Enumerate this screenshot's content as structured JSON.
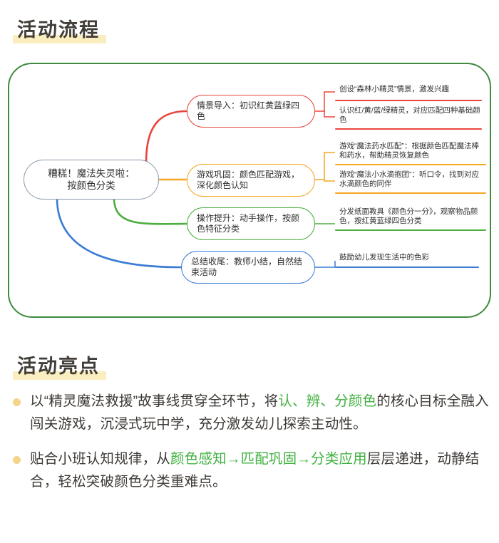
{
  "sections": {
    "flow_heading": "活动流程",
    "highlights_heading": "活动亮点"
  },
  "colors": {
    "frame_green": "#3f8a3f",
    "central_border": "#8d98ab",
    "branch_red": "#e8463c",
    "branch_orange": "#f5a623",
    "branch_green": "#4caf3f",
    "branch_blue": "#3a7bd5",
    "highlight_yellow": "#faedbe",
    "bullet_dot": "#f3d58a",
    "accent_green": "#3fb13f"
  },
  "mindmap": {
    "central": "糟糕！魔法失灵啦：按颜色分类",
    "central_line1": "糟糕！魔法失灵啦：",
    "central_line2": "按颜色分类",
    "branches": [
      {
        "label": "情景导入：初识红黄蓝绿四色",
        "color": "#e8463c",
        "leaves": [
          "创设“森林小精灵”情景，激发兴趣",
          "认识红/黄/蓝/绿精灵，对应匹配四种基础颜色"
        ]
      },
      {
        "label": "游戏巩固：颜色匹配游戏，深化颜色认知",
        "color": "#f5a623",
        "leaves": [
          "游戏“魔法药水匹配”：根据颜色匹配魔法棒和药水，帮助精灵恢复颜色",
          "游戏“魔法小水滴抱团”：听口令，找到对应水滴颜色的同伴"
        ]
      },
      {
        "label": "操作提升：动手操作，按颜色特征分类",
        "color": "#4caf3f",
        "leaves": [
          "分发纸面教具《颜色分一分》，观察物品颜色，按红黄蓝绿四色分类"
        ]
      },
      {
        "label": "总结收尾：教师小结，自然结束活动",
        "color": "#3a7bd5",
        "leaves": [
          "鼓励幼儿发现生活中的色彩"
        ]
      }
    ]
  },
  "highlights": [
    {
      "parts": [
        {
          "text": "以“精灵魔法救援”故事线贯穿全环节，将",
          "accent": false
        },
        {
          "text": "认、辨、分颜色",
          "accent": true
        },
        {
          "text": "的核心目标全融入闯关游戏，沉浸式玩中学，充分激发幼儿探索主动性。",
          "accent": false
        }
      ]
    },
    {
      "parts": [
        {
          "text": "贴合小班认知规律，从",
          "accent": false
        },
        {
          "text": "颜色感知→匹配巩固→分类应用",
          "accent": true
        },
        {
          "text": "层层递进，动静结合，轻松突破颜色分类重难点。",
          "accent": false
        }
      ]
    }
  ]
}
